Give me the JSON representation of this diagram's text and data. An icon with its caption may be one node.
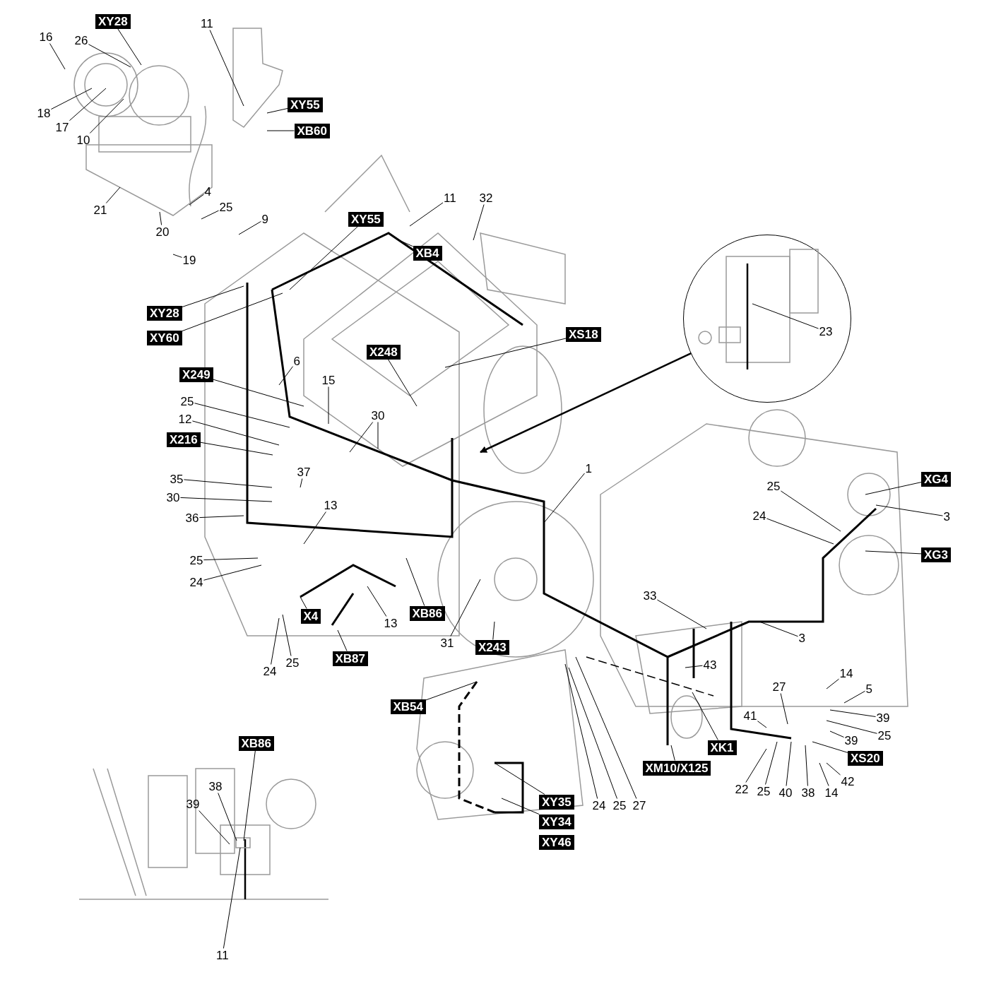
{
  "diagram": {
    "nodes": [
      {
        "text": [
          "XY28"
        ]
      },
      {
        "text": [
          "16"
        ]
      },
      {
        "text": [
          "26"
        ]
      },
      {
        "text": [
          "11"
        ]
      },
      {
        "text": [
          "XY55"
        ]
      },
      {
        "text": [
          "XB60"
        ]
      },
      {
        "text": [
          "18"
        ]
      },
      {
        "text": [
          "17"
        ]
      },
      {
        "text": [
          "10"
        ]
      },
      {
        "text": [
          "21"
        ]
      },
      {
        "text": [
          "4"
        ]
      },
      {
        "text": [
          "25"
        ]
      },
      {
        "text": [
          "20"
        ]
      },
      {
        "text": [
          "9"
        ]
      },
      {
        "text": [
          "19"
        ]
      },
      {
        "text": [
          "11"
        ]
      },
      {
        "text": [
          "32"
        ]
      },
      {
        "text": [
          "XY55"
        ]
      },
      {
        "text": [
          "XB4"
        ]
      },
      {
        "text": [],
        "shape": "circle"
      },
      {
        "text": [
          "23"
        ],
        "in": 19
      },
      {
        "text": [
          "XY28"
        ]
      },
      {
        "text": [
          "XY60"
        ]
      },
      {
        "text": [
          "XS18"
        ]
      },
      {
        "text": [
          "X248"
        ]
      },
      {
        "text": [
          "6"
        ]
      },
      {
        "text": [
          "X249"
        ]
      },
      {
        "text": [
          "15"
        ]
      },
      {
        "text": [
          "25"
        ]
      },
      {
        "text": [
          "30"
        ]
      },
      {
        "text": [
          "12"
        ]
      },
      {
        "text": [
          "X216"
        ]
      },
      {
        "text": [
          "1"
        ]
      },
      {
        "text": [
          "37"
        ]
      },
      {
        "text": [
          "35"
        ]
      },
      {
        "text": [
          "XG4"
        ]
      },
      {
        "text": [
          "25"
        ]
      },
      {
        "text": [
          "30"
        ]
      },
      {
        "text": [
          "13"
        ]
      },
      {
        "text": [
          "3"
        ]
      },
      {
        "text": [
          "24"
        ]
      },
      {
        "text": [
          "36"
        ]
      },
      {
        "text": [
          "XG3"
        ]
      },
      {
        "text": [
          "25"
        ]
      },
      {
        "text": [
          "24"
        ]
      },
      {
        "text": [
          "33"
        ]
      },
      {
        "text": [
          "XB86"
        ]
      },
      {
        "text": [
          "X4"
        ]
      },
      {
        "text": [
          "13"
        ]
      },
      {
        "text": [
          "3"
        ]
      },
      {
        "text": [
          "31"
        ]
      },
      {
        "text": [
          "X243"
        ]
      },
      {
        "text": [
          "XB87"
        ]
      },
      {
        "text": [
          "25"
        ]
      },
      {
        "text": [
          "43"
        ]
      },
      {
        "text": [
          "24"
        ]
      },
      {
        "text": [
          "14"
        ]
      },
      {
        "text": [
          "27"
        ]
      },
      {
        "text": [
          "5"
        ]
      },
      {
        "text": [
          "XB54"
        ]
      },
      {
        "text": [
          "41"
        ]
      },
      {
        "text": [
          "39"
        ]
      },
      {
        "text": [
          "25"
        ]
      },
      {
        "text": [
          "39"
        ]
      },
      {
        "text": [
          "XK1"
        ]
      },
      {
        "text": [],
        "shape": "picture"
      },
      {
        "text": [
          "XB86"
        ]
      },
      {
        "text": [
          "38"
        ],
        "in": 65
      },
      {
        "text": [
          "39"
        ],
        "in": 65
      },
      {
        "text": [
          "XS20"
        ]
      },
      {
        "text": [
          "XM10/X125"
        ]
      },
      {
        "text": [
          "42"
        ]
      },
      {
        "text": [
          "22"
        ]
      },
      {
        "text": [
          "25"
        ]
      },
      {
        "text": [
          "40"
        ]
      },
      {
        "text": [
          "38"
        ]
      },
      {
        "text": [
          "14"
        ]
      },
      {
        "text": [
          "XY35"
        ]
      },
      {
        "text": [
          "24"
        ]
      },
      {
        "text": [
          "25"
        ]
      },
      {
        "text": [
          "27"
        ]
      },
      {
        "text": [
          "XY34"
        ]
      },
      {
        "text": [
          "XY46"
        ]
      },
      {
        "text": [
          "11"
        ]
      }
    ],
    "edges": [
      {
        "from": 0,
        "to": null,
        "arrow": "none"
      },
      {
        "from": 1,
        "to": null,
        "arrow": "none"
      },
      {
        "from": 2,
        "to": null,
        "arrow": "none"
      },
      {
        "from": 3,
        "to": null,
        "arrow": "none"
      },
      {
        "from": 4,
        "to": null,
        "arrow": "none"
      },
      {
        "from": 5,
        "to": null,
        "arrow": "none"
      },
      {
        "from": 6,
        "to": null,
        "arrow": "none"
      },
      {
        "from": 7,
        "to": null,
        "arrow": "none"
      },
      {
        "from": 8,
        "to": null,
        "arrow": "none"
      },
      {
        "from": 9,
        "to": null,
        "arrow": "none"
      },
      {
        "from": 10,
        "to": null,
        "arrow": "none"
      },
      {
        "from": 11,
        "to": null,
        "arrow": "none"
      },
      {
        "from": 12,
        "to": null,
        "arrow": "none"
      },
      {
        "from": 13,
        "to": null,
        "arrow": "none"
      },
      {
        "from": 14,
        "to": null,
        "arrow": "none"
      },
      {
        "from": 15,
        "to": null,
        "arrow": "none"
      },
      {
        "from": 16,
        "to": null,
        "arrow": "none"
      },
      {
        "from": 17,
        "to": null,
        "arrow": "none"
      },
      {
        "from": 18,
        "to": null,
        "arrow": "none"
      },
      {
        "from": 19,
        "to": null,
        "arrow": "to"
      },
      {
        "from": 20,
        "to": null,
        "arrow": "none"
      },
      {
        "from": 21,
        "to": null,
        "arrow": "none"
      },
      {
        "from": 22,
        "to": null,
        "arrow": "none"
      },
      {
        "from": 23,
        "to": null,
        "arrow": "none"
      },
      {
        "from": 24,
        "to": null,
        "arrow": "none"
      },
      {
        "from": 25,
        "to": null,
        "arrow": "none"
      },
      {
        "from": 26,
        "to": null,
        "arrow": "none"
      },
      {
        "from": 27,
        "to": null,
        "arrow": "none"
      },
      {
        "from": 28,
        "to": null,
        "arrow": "none"
      },
      {
        "from": 29,
        "to": null,
        "arrow": "none"
      },
      {
        "from": 29,
        "to": null,
        "arrow": "none"
      },
      {
        "from": 30,
        "to": null,
        "arrow": "none"
      },
      {
        "from": 31,
        "to": null,
        "arrow": "none"
      },
      {
        "from": 32,
        "to": null,
        "arrow": "none"
      },
      {
        "from": 33,
        "to": null,
        "arrow": "none"
      },
      {
        "from": 34,
        "to": null,
        "arrow": "none"
      },
      {
        "from": 35,
        "to": null,
        "arrow": "none"
      },
      {
        "from": 36,
        "to": null,
        "arrow": "none"
      },
      {
        "from": 37,
        "to": null,
        "arrow": "none"
      },
      {
        "from": 38,
        "to": null,
        "arrow": "none"
      },
      {
        "from": 39,
        "to": null,
        "arrow": "none"
      },
      {
        "from": 40,
        "to": null,
        "arrow": "none"
      },
      {
        "from": 41,
        "to": null,
        "arrow": "none"
      },
      {
        "from": 42,
        "to": null,
        "arrow": "none"
      },
      {
        "from": 43,
        "to": null,
        "arrow": "none"
      },
      {
        "from": 44,
        "to": null,
        "arrow": "none"
      },
      {
        "from": 45,
        "to": null,
        "arrow": "none"
      },
      {
        "from": 46,
        "to": null,
        "arrow": "none"
      },
      {
        "from": 47,
        "to": null,
        "arrow": "none"
      },
      {
        "from": 48,
        "to": null,
        "arrow": "none"
      },
      {
        "from": 49,
        "to": null,
        "arrow": "none"
      },
      {
        "from": 50,
        "to": null,
        "arrow": "none"
      },
      {
        "from": 51,
        "to": null,
        "arrow": "none"
      },
      {
        "from": 52,
        "to": null,
        "arrow": "none"
      },
      {
        "from": 53,
        "to": null,
        "arrow": "none"
      },
      {
        "from": 54,
        "to": null,
        "arrow": "none"
      },
      {
        "from": 55,
        "to": null,
        "arrow": "none"
      },
      {
        "from": 56,
        "to": null,
        "arrow": "none"
      },
      {
        "from": 57,
        "to": null,
        "arrow": "none"
      },
      {
        "from": 58,
        "to": null,
        "arrow": "none"
      },
      {
        "from": 59,
        "to": null,
        "arrow": "none"
      },
      {
        "from": 60,
        "to": null,
        "arrow": "none"
      },
      {
        "from": 61,
        "to": null,
        "arrow": "none"
      },
      {
        "from": 62,
        "to": null,
        "arrow": "none"
      },
      {
        "from": 63,
        "to": null,
        "arrow": "none"
      },
      {
        "from": 64,
        "to": null,
        "arrow": "none"
      },
      {
        "from": 66,
        "to": null,
        "arrow": "none"
      },
      {
        "from": 67,
        "to": null,
        "arrow": "none"
      },
      {
        "from": 68,
        "to": null,
        "arrow": "none"
      },
      {
        "from": 69,
        "to": null,
        "arrow": "none"
      },
      {
        "from": 70,
        "to": null,
        "arrow": "none"
      },
      {
        "from": 71,
        "to": null,
        "arrow": "none"
      },
      {
        "from": 72,
        "to": null,
        "arrow": "none"
      },
      {
        "from": 73,
        "to": null,
        "arrow": "none"
      },
      {
        "from": 74,
        "to": null,
        "arrow": "none"
      },
      {
        "from": 75,
        "to": null,
        "arrow": "none"
      },
      {
        "from": 76,
        "to": null,
        "arrow": "none"
      },
      {
        "from": 77,
        "to": null,
        "arrow": "none"
      },
      {
        "from": 78,
        "to": null,
        "arrow": "none"
      },
      {
        "from": 79,
        "to": null,
        "arrow": "none"
      },
      {
        "from": 80,
        "to": null,
        "arrow": "none"
      },
      {
        "from": 81,
        "to": null,
        "arrow": "none"
      },
      {
        "from": 83,
        "to": null,
        "arrow": "none"
      }
    ]
  }
}
